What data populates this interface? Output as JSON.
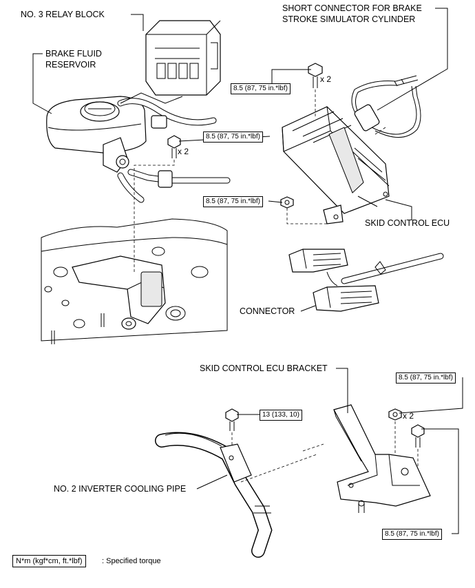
{
  "labels": {
    "relay_block": "NO. 3 RELAY BLOCK",
    "short_connector_line1": "SHORT CONNECTOR FOR BRAKE",
    "short_connector_line2": "STROKE SIMULATOR CYLINDER",
    "brake_fluid_line1": "BRAKE FLUID",
    "brake_fluid_line2": "RESERVOIR",
    "skid_ecu": "SKID CONTROL ECU",
    "connector": "CONNECTOR",
    "skid_ecu_bracket": "SKID CONTROL ECU BRACKET",
    "inverter_pipe": "NO. 2 INVERTER COOLING PIPE"
  },
  "torques": {
    "t1": "8.5 (87, 75 in.*lbf)",
    "t2": "8.5 (87, 75 in.*lbf)",
    "t3": "8.5 (87, 75 in.*lbf)",
    "t4": "13 (133, 10)",
    "t5": "8.5 (87, 75 in.*lbf)",
    "t6": "8.5 (87, 75 in.*lbf)"
  },
  "quantities": {
    "q1": "x 2",
    "q2": "x 2",
    "q3": "x 2"
  },
  "legend": {
    "unit": "N*m (kgf*cm, ft.*lbf)",
    "text": ": Specified torque"
  }
}
